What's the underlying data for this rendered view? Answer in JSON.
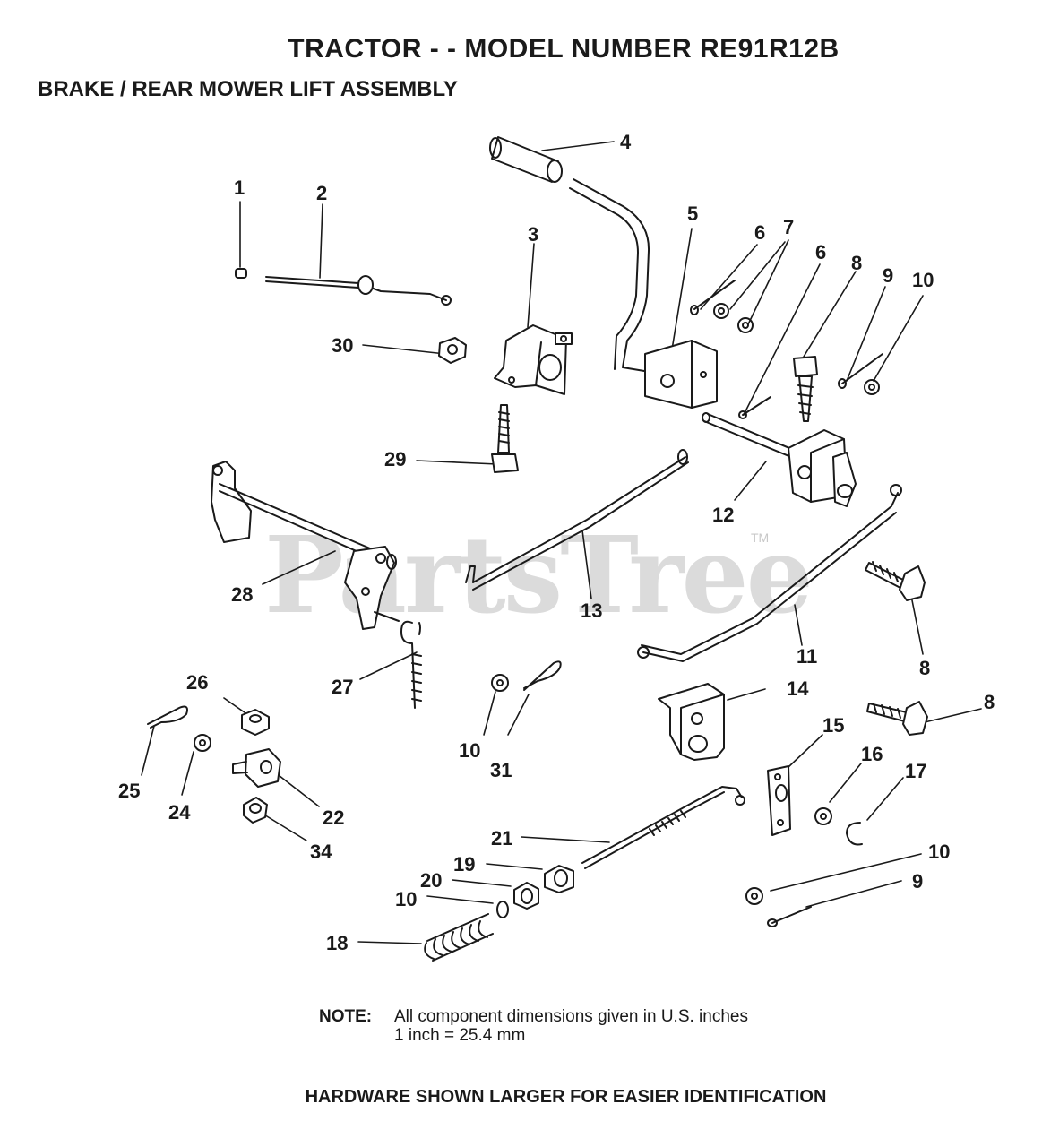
{
  "header": {
    "title": "TRACTOR - - MODEL NUMBER RE91R12B",
    "subtitle": "BRAKE / REAR MOWER LIFT ASSEMBLY"
  },
  "watermark": {
    "text": "PartsTree",
    "tm": "TM"
  },
  "callouts": [
    {
      "id": "c1",
      "label": "1"
    },
    {
      "id": "c2",
      "label": "2"
    },
    {
      "id": "c3",
      "label": "3"
    },
    {
      "id": "c4",
      "label": "4"
    },
    {
      "id": "c5",
      "label": "5"
    },
    {
      "id": "c6a",
      "label": "6"
    },
    {
      "id": "c7",
      "label": "7"
    },
    {
      "id": "c6b",
      "label": "6"
    },
    {
      "id": "c8a",
      "label": "8"
    },
    {
      "id": "c9a",
      "label": "9"
    },
    {
      "id": "c10a",
      "label": "10"
    },
    {
      "id": "c30",
      "label": "30"
    },
    {
      "id": "c29",
      "label": "29"
    },
    {
      "id": "c12",
      "label": "12"
    },
    {
      "id": "c28",
      "label": "28"
    },
    {
      "id": "c13",
      "label": "13"
    },
    {
      "id": "c11",
      "label": "11"
    },
    {
      "id": "c8b",
      "label": "8"
    },
    {
      "id": "c27",
      "label": "27"
    },
    {
      "id": "c26",
      "label": "26"
    },
    {
      "id": "c14",
      "label": "14"
    },
    {
      "id": "c8c",
      "label": "8"
    },
    {
      "id": "c10b",
      "label": "10"
    },
    {
      "id": "c31",
      "label": "31"
    },
    {
      "id": "c15",
      "label": "15"
    },
    {
      "id": "c16",
      "label": "16"
    },
    {
      "id": "c17",
      "label": "17"
    },
    {
      "id": "c25",
      "label": "25"
    },
    {
      "id": "c24",
      "label": "24"
    },
    {
      "id": "c22",
      "label": "22"
    },
    {
      "id": "c34",
      "label": "34"
    },
    {
      "id": "c21",
      "label": "21"
    },
    {
      "id": "c10c",
      "label": "10"
    },
    {
      "id": "c19",
      "label": "19"
    },
    {
      "id": "c20",
      "label": "20"
    },
    {
      "id": "c10d",
      "label": "10"
    },
    {
      "id": "c9b",
      "label": "9"
    },
    {
      "id": "c18",
      "label": "18"
    }
  ],
  "note": {
    "label": "NOTE:",
    "line1": "All component dimensions given in U.S. inches",
    "line2": "1 inch = 25.4 mm"
  },
  "footer": "HARDWARE SHOWN LARGER FOR EASIER IDENTIFICATION"
}
